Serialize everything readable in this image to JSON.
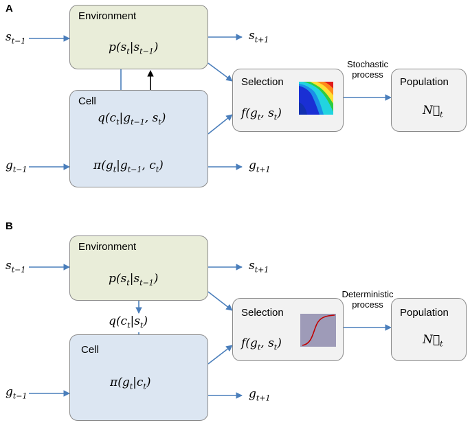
{
  "panelA": {
    "letter": "A",
    "environment": {
      "title": "Environment",
      "formula": "p(s_t | s_{t−1})"
    },
    "cell": {
      "title": "Cell",
      "formula_q": "q(c_t | g_{t−1}, s_t)",
      "formula_pi": "π(g_t | g_{t−1}, c_t)"
    },
    "selection": {
      "title": "Selection",
      "formula": "f(g_t, s_t)",
      "thumbnail": "contour-heatmap"
    },
    "process_label": [
      "Stochastic",
      "process"
    ],
    "population": {
      "title": "Population",
      "formula": "N⃗_t"
    },
    "inputs": {
      "s_prev": "s_{t−1}",
      "g_prev": "g_{t−1}"
    },
    "outputs": {
      "s_next": "s_{t+1}",
      "g_next": "g_{t+1}"
    }
  },
  "panelB": {
    "letter": "B",
    "environment": {
      "title": "Environment",
      "formula": "p(s_t | s_{t−1})"
    },
    "q_formula": "q(c_t | s_t)",
    "cell": {
      "title": "Cell",
      "formula_pi": "π(g_t | c_t)"
    },
    "selection": {
      "title": "Selection",
      "formula": "f(g_t, s_t)",
      "thumbnail": "sigmoid-curve"
    },
    "process_label": [
      "Deterministic",
      "process"
    ],
    "population": {
      "title": "Population",
      "formula": "N⃗_t"
    },
    "inputs": {
      "s_prev": "s_{t−1}",
      "g_prev": "g_{t−1}"
    },
    "outputs": {
      "s_next": "s_{t+1}",
      "g_next": "g_{t+1}"
    }
  },
  "colors": {
    "arrow": "#4a7ebb",
    "environment_fill": "#e9edd9",
    "cell_fill": "#dce6f2",
    "box_fill": "#f2f2f2",
    "sigmoid_bg": "#9e9bb8",
    "sigmoid_line": "#c00000"
  }
}
